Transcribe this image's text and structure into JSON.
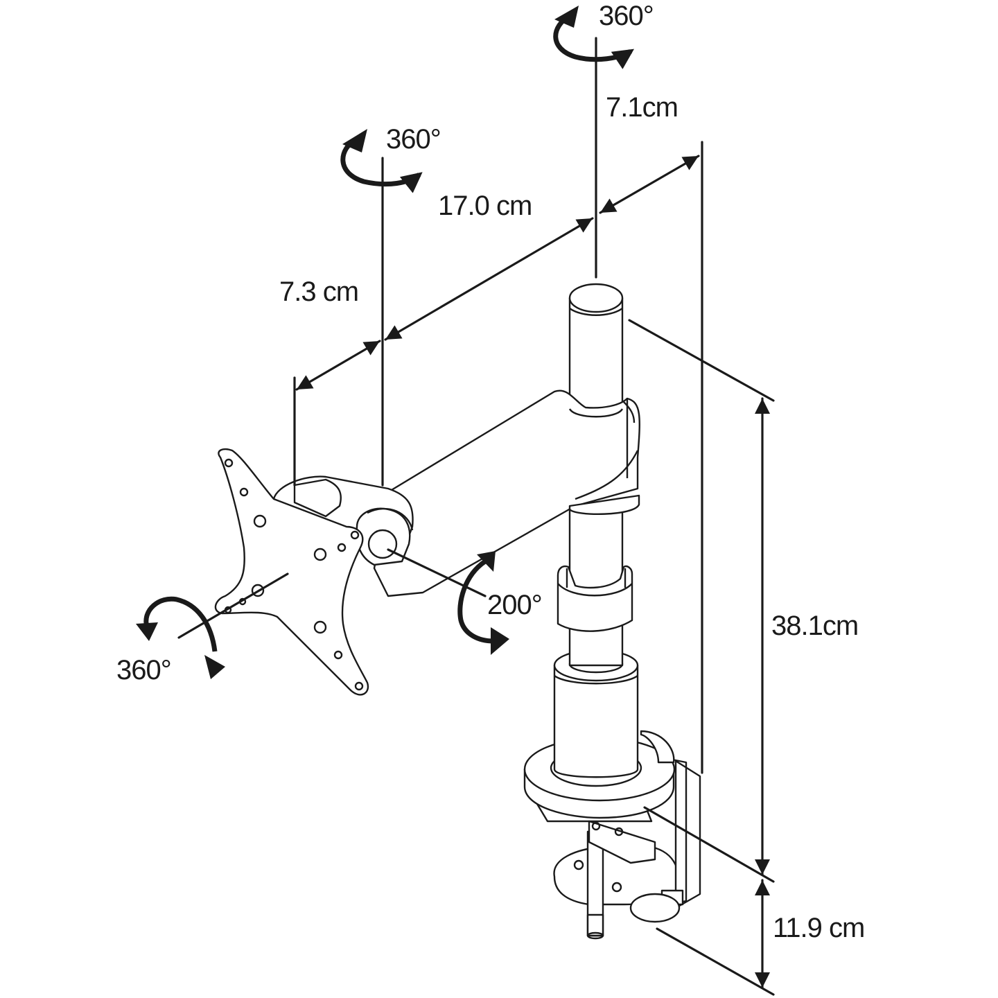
{
  "diagram": {
    "rotations": {
      "column_top": "360°",
      "arm_joint": "360°",
      "plate_spin": "360°",
      "tilt": "200°"
    },
    "dimensions": {
      "joint_offset": "7.1cm",
      "arm_length": "17.0 cm",
      "head_offset": "7.3 cm",
      "column_height": "38.1cm",
      "clamp_range": "11.9 cm"
    }
  }
}
